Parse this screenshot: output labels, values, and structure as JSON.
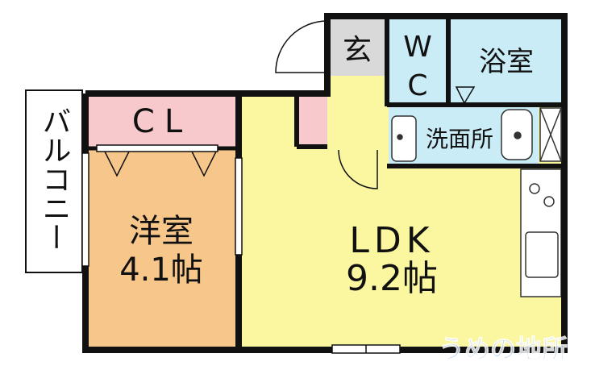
{
  "rooms": {
    "balcony": "バルコニー",
    "closet": "CL",
    "western_room_name": "洋室",
    "western_room_size": "4.1帖",
    "ldk_name": "LDK",
    "ldk_size": "9.2帖",
    "entrance": "玄",
    "wc_line1": "W",
    "wc_line2": "C",
    "bathroom": "浴室",
    "washroom": "洗面所"
  },
  "watermark": "うめの地所",
  "colors": {
    "wall": "#111111",
    "western_room": "#f7c68a",
    "ldk": "#fbf6a0",
    "closet": "#f8c9cc",
    "bath_area": "#c9ecf7",
    "entrance": "#d9d9d9",
    "watermark": "#8ab8e6"
  }
}
